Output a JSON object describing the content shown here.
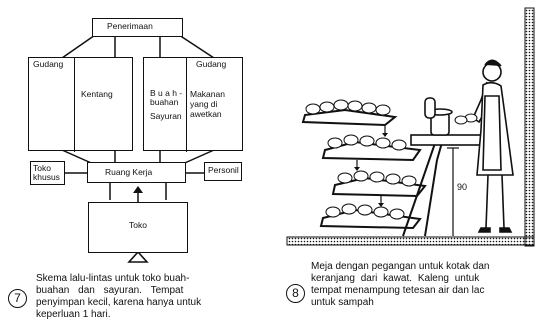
{
  "diagram": {
    "penerimaan": "Penerimaan",
    "gudang_left": "Gudang",
    "kentang": "Kentang",
    "buah_line1": "B u a h -",
    "buah_line2": "buahan",
    "sayuran": "Sayuran",
    "gudang_right": "Gudang",
    "makanan_line1": "Makanan",
    "makanan_line2": "yang di",
    "makanan_line3": "awetkan",
    "toko_khusus_line1": "Toko",
    "toko_khusus_line2": "khusus",
    "ruang_kerja": "Ruang Kerja",
    "personil": "Personil",
    "toko": "Toko"
  },
  "caption_left": {
    "number": "7",
    "lines": [
      "Skema lalu-lintas untuk toko buah-",
      "buahan dan sayuran. Tempat",
      "penyimpan kecil, karena hanya untuk",
      "keperluan 1 hari."
    ]
  },
  "illustration": {
    "height_label": "90"
  },
  "caption_right": {
    "number": "8",
    "lines": [
      "Meja dengan pegangan untuk kotak dan",
      "keranjang dari kawat. Kaleng untuk",
      "tempat menampung tetesan air dan lac",
      "untuk sampah"
    ]
  }
}
